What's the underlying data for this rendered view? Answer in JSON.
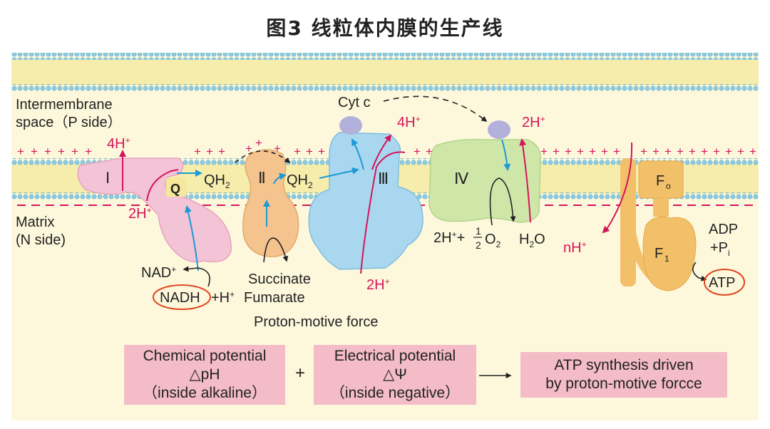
{
  "title": "图3  线粒体内膜的生产线",
  "regions": {
    "p_side_line1": "Intermembrane",
    "p_side_line2": "space（P side）",
    "n_side_line1": "Matrix",
    "n_side_line2": "(N side)"
  },
  "complexes": {
    "c1": "I",
    "c2": "Ⅱ",
    "c3": "Ⅲ",
    "c4": "Ⅳ",
    "q": "Q",
    "fo": "F",
    "fo_sub": "o",
    "f1": "F",
    "f1_sub": "1",
    "cytc": "Cyt c"
  },
  "protons": {
    "c1_out": "4H",
    "c1_in": "2H",
    "c3_out": "4H",
    "c3_in": "2H",
    "c4_out": "2H",
    "c4_in": "2H",
    "atp_in": "nH",
    "plus": "+"
  },
  "metabolites": {
    "qh2_a": "QH",
    "qh2_b": "QH",
    "sub2": "2",
    "nad": "NAD",
    "nadh": "NADH",
    "nadh_plus": "+H",
    "succinate": "Succinate",
    "fumarate": "Fumarate",
    "o2_prefix": "+",
    "half_num": "1",
    "half_den": "2",
    "o2": "O",
    "water_h": "H",
    "water_o": "O",
    "adp": "ADP",
    "pi_prefix": "+P",
    "pi_sub": "i",
    "atp": "ATP"
  },
  "pmf_label": "Proton-motive force",
  "equation": {
    "box1_line1": "Chemical potential",
    "box1_line2": "△pH",
    "box1_line3": "（inside alkaline）",
    "plus": "+",
    "box2_line1": "Electrical potential",
    "box2_line2": "△Ψ",
    "box2_line3": "（inside negative）",
    "arrow": "⟶",
    "box3_line1": "ATP synthesis driven",
    "box3_line2": "by proton-motive forcce"
  },
  "colors": {
    "membrane_band": "#f6edad",
    "background": "#fdf8dc",
    "beads": "#8fcbe0",
    "proton": "#d4145a",
    "electron": "#1a9ad6",
    "complex1": "#f2c4d6",
    "complex2": "#f5c48e",
    "complex3": "#a9d7ef",
    "complex4": "#cfe6a9",
    "cytc": "#b4b0dc",
    "atp_synthase": "#f3c06a",
    "boxes": "#f3bcc6"
  }
}
